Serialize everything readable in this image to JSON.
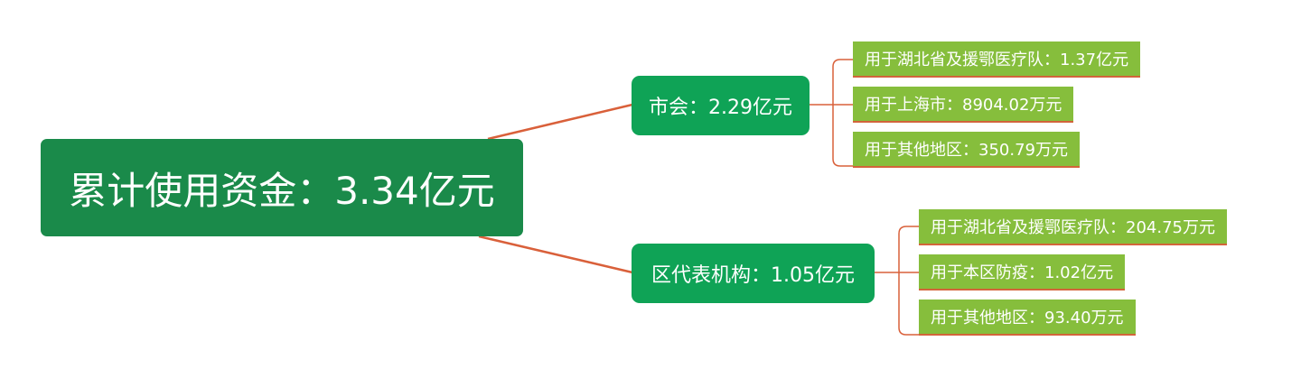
{
  "root": {
    "label": "累计使用资金：3.34亿元"
  },
  "branches": [
    {
      "label": "市会：2.29亿元",
      "children": [
        {
          "label": "用于湖北省及援鄂医疗队：1.37亿元"
        },
        {
          "label": "用于上海市：8904.02万元"
        },
        {
          "label": "用于其他地区：350.79万元"
        }
      ]
    },
    {
      "label": "区代表机构：1.05亿元",
      "children": [
        {
          "label": "用于湖北省及援鄂医疗队：204.75万元"
        },
        {
          "label": "用于本区防疫：1.02亿元"
        },
        {
          "label": "用于其他地区：93.40万元"
        }
      ]
    }
  ],
  "colors": {
    "root_fill": "#1a8a4a",
    "branch_fill": "#0fa356",
    "leaf_fill": "#86be3c",
    "connector": "#d9603a",
    "text": "#ffffff"
  }
}
